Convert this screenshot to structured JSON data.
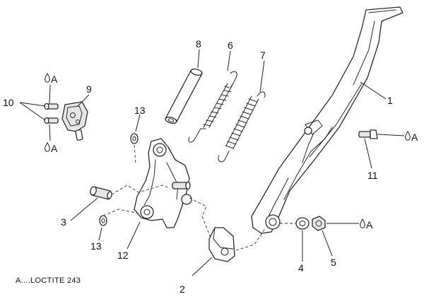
{
  "callouts": {
    "c1": "1",
    "c2": "2",
    "c3": "3",
    "c4": "4",
    "c5": "5",
    "c6": "6",
    "c7": "7",
    "c8": "8",
    "c9": "9",
    "c10": "10",
    "c11": "11",
    "c12": "12",
    "c13a": "13",
    "c13b": "13"
  },
  "adhesive_marks": {
    "a1": "A",
    "a2": "A",
    "a3": "A",
    "a4": "A"
  },
  "legend": {
    "note": "A....LOCTITE 243"
  },
  "icons": {
    "drop": "loctite-drop-icon"
  }
}
